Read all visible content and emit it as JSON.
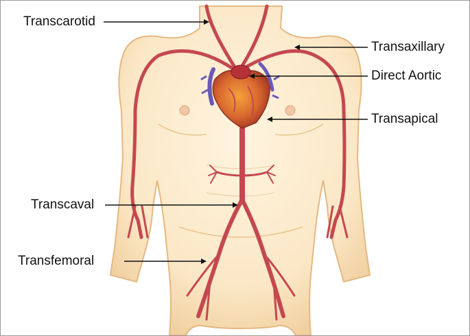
{
  "labels": {
    "transcarotid": "Transcarotid",
    "transaxillary": "Transaxillary",
    "direct_aortic": "Direct Aortic",
    "transapical": "Transapical",
    "transcaval": "Transcaval",
    "transfemoral": "Transfemoral"
  },
  "colors": {
    "skin": "#fbe7c6",
    "skin_edge": "#e5b882",
    "artery": "#c4484f",
    "artery_dark": "#9b2f38",
    "vein": "#6a58b8",
    "heart": "#d8662f",
    "line": "#111111"
  }
}
